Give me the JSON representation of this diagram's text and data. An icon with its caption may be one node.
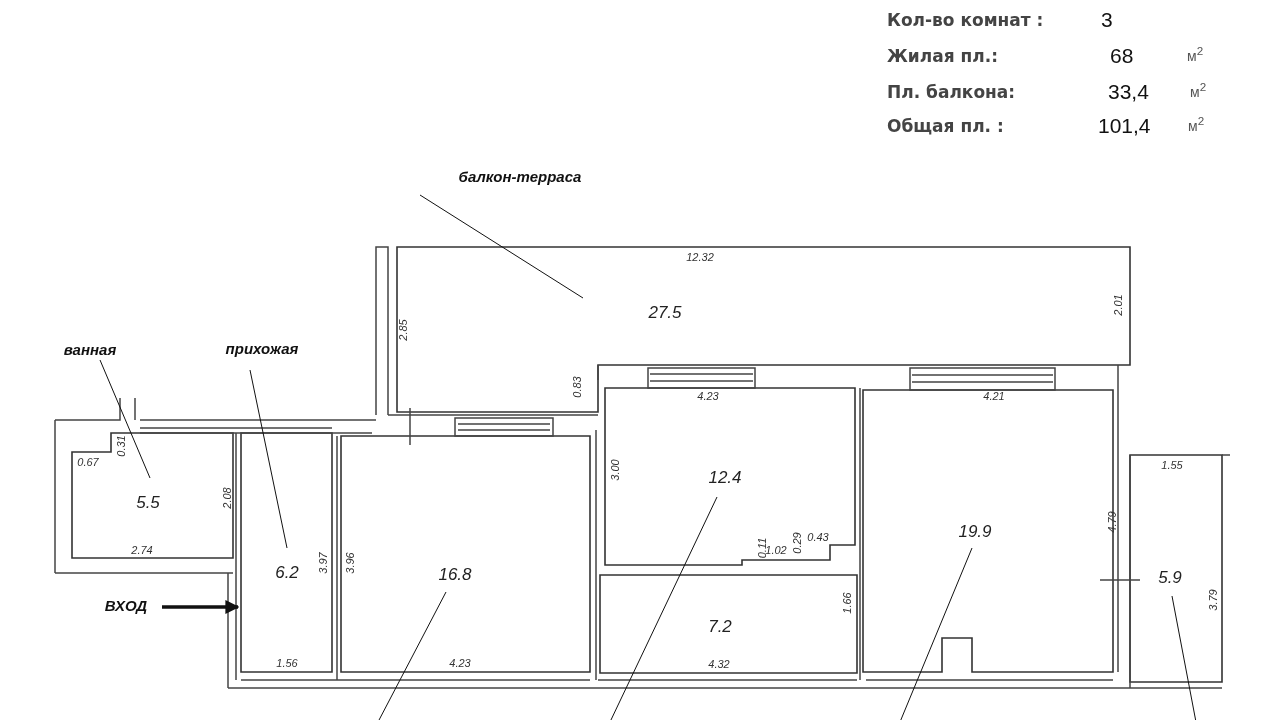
{
  "diagram": {
    "nodes": [
      {
        "text": [
          "балкон-терраса"
        ]
      },
      {
        "text": [
          "ванная"
        ]
      },
      {
        "text": [
          "прихожая"
        ]
      },
      {
        "text": [
          "27.5"
        ]
      },
      {
        "text": [
          "5.5"
        ]
      },
      {
        "text": [
          "6.2"
        ]
      },
      {
        "text": [
          "16.8"
        ]
      },
      {
        "text": [
          "12.4"
        ]
      },
      {
        "text": [
          "7.2"
        ]
      },
      {
        "text": [
          "19.9"
        ]
      },
      {
        "text": [
          "5.9"
        ]
      },
      {
        "text": [
          "ВХОД"
        ]
      }
    ],
    "edges": [
      {
        "from": 0,
        "to": 3,
        "arrow": "none"
      },
      {
        "from": 1,
        "to": 4,
        "arrow": "none"
      },
      {
        "from": 2,
        "to": 5,
        "arrow": "none"
      },
      {
        "from": 11,
        "to": 5,
        "arrow": "to",
        "style": "thick"
      },
      {
        "from": null,
        "to": 6,
        "arrow": "none"
      },
      {
        "from": null,
        "to": 7,
        "arrow": "none"
      },
      {
        "from": null,
        "to": 9,
        "arrow": "none"
      },
      {
        "from": null,
        "to": 10,
        "arrow": "none"
      }
    ],
    "labels": [
      "Кол-во комнат :",
      "3",
      "Жилая пл.:",
      "68",
      "м$^{2}$",
      "Пл. балкона:",
      "33,4",
      "м$^{2}$",
      "Общая пл. :",
      "101,4",
      "м$^{2}$",
      "12.32",
      "2.85",
      "2.01",
      "0.83",
      "4.23",
      "4.21",
      "0.31",
      "0.67",
      "1.55",
      "3.00",
      "2.08",
      "4.79",
      "3.97",
      "3.96",
      "0.11",
      "1.02",
      "0.29",
      "0.43",
      "2.74",
      "1.66",
      "3.79",
      "1.56",
      "4.23",
      "4.32"
    ]
  }
}
